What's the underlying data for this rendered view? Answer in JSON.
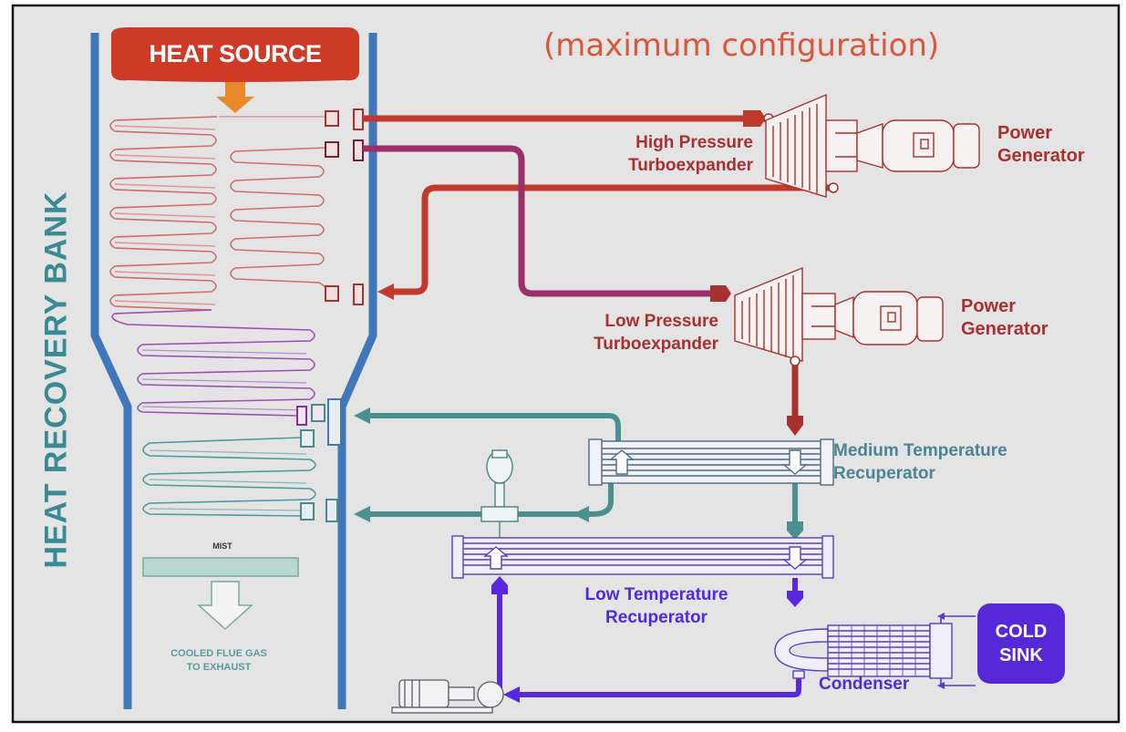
{
  "title": "(maximum configuration)",
  "heat_source": "HEAT SOURCE",
  "heat_recovery_bank": "HEAT RECOVERY BANK",
  "hp_turbo": {
    "line1": "High Pressure",
    "line2": "Turboexpander"
  },
  "lp_turbo": {
    "line1": "Low Pressure",
    "line2": "Turboexpander"
  },
  "generator_hp": {
    "line1": "Power",
    "line2": "Generator"
  },
  "generator_lp": {
    "line1": "Power",
    "line2": "Generator"
  },
  "medium_recuperator": {
    "line1": "Medium Temperature",
    "line2": "Recuperator"
  },
  "low_recuperator": {
    "line1": "Low Temperature",
    "line2": "Recuperator"
  },
  "condenser": "Condenser",
  "cold_sink": {
    "line1": "COLD",
    "line2": "SINK"
  },
  "mist": "MIST",
  "exhaust": {
    "line1": "COOLED FLUE GAS",
    "line2": "TO EXHAUST"
  },
  "colors": {
    "hot": "#c0392b",
    "purple": "#9a2f6a",
    "teal": "#4a9090",
    "cold": "#5828e0",
    "duct": "#3f77b8",
    "background": "#e4e4e4"
  }
}
